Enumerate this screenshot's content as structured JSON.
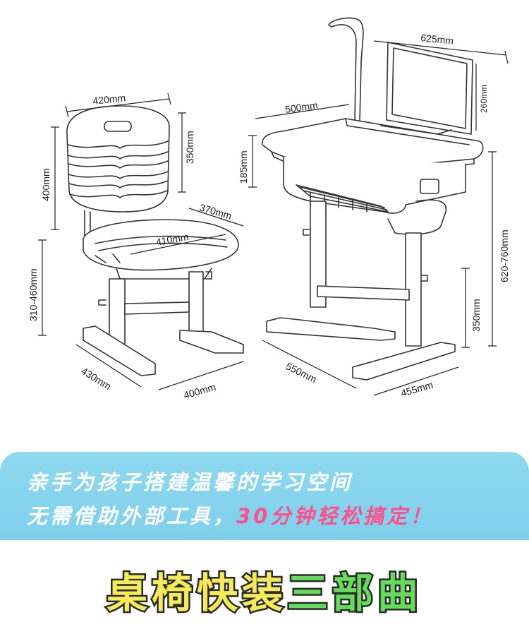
{
  "dimensions": {
    "chair_back_width": "420mm",
    "chair_back_height": "350mm",
    "chair_total_height": "400mm",
    "chair_seat_depth": "370mm",
    "chair_seat_width": "410mm",
    "chair_seat_height": "310-460mm",
    "chair_base_depth": "430mm",
    "chair_base_width": "400mm",
    "desk_top_width": "500mm",
    "desk_board_width": "625mm",
    "desk_board_height": "260mm",
    "desk_drawer_height": "185mm",
    "desk_height": "620-760mm",
    "desk_lower_height": "350mm",
    "desk_base_length": "550mm",
    "desk_base_depth": "455mm"
  },
  "banner": {
    "line1": "亲手为孩子搭建温馨的学习空间",
    "line2_prefix": "无需借助外部工具，",
    "line2_highlight": "30分钟轻松搞定！"
  },
  "title": {
    "part1": "桌椅快装",
    "part2": "三部曲"
  },
  "colors": {
    "banner_bg": "#7fd0ec",
    "highlight": "#ff4f8b",
    "title_yellow": "#f4ea5a",
    "title_green": "#66dc5b"
  }
}
